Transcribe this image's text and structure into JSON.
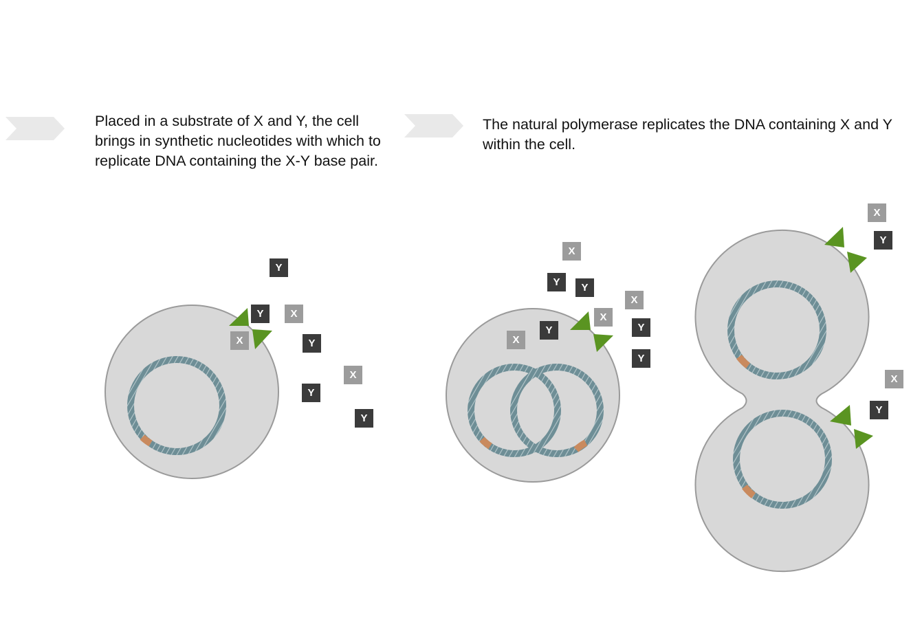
{
  "steps": [
    {
      "caption": "Placed in a substrate of X and Y, the cell brings in synthetic nucleotides with which to replicate DNA containing the X-Y base pair."
    },
    {
      "caption": "The natural polymerase replicates the DNA containing X and Y within the cell."
    }
  ],
  "nucleotides": {
    "x_label": "X",
    "y_label": "Y"
  },
  "colors": {
    "cell_fill": "#d8d8d8",
    "cell_stroke": "#9a9a9a",
    "dna": "#6e8e96",
    "dna_marker": "#c98a5e",
    "transporter": "#5a9421",
    "x_badge": "#9c9c9c",
    "y_badge": "#3b3b3b",
    "step_arrow": "#e9e9e9"
  }
}
